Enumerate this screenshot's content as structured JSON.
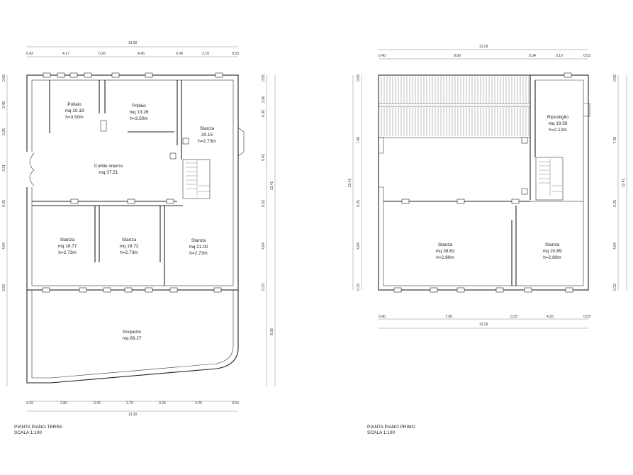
{
  "ground_floor": {
    "caption_line1": "PIANTA PIANO TERRA",
    "caption_line2": "SCALA 1:100",
    "rooms": [
      {
        "name": "Pollaio",
        "area": "mq 10.19",
        "height": "h=3.50m"
      },
      {
        "name": "Pollaio",
        "area": "mq 13.26",
        "height": "h=3.50m"
      },
      {
        "name": "Stanza",
        "area": "20.15",
        "height": "h=2.73m"
      },
      {
        "name": "Cortile interno",
        "area": "mq 37.51",
        "height": ""
      },
      {
        "name": "Stanza",
        "area": "mq 18.77",
        "height": "h=2.73m"
      },
      {
        "name": "Stanza",
        "area": "mq 18.72",
        "height": "h=2.73m"
      },
      {
        "name": "Stanza",
        "area": "mq 21.00",
        "height": "h=2.73m"
      },
      {
        "name": "Scoperto",
        "area": "mq 89.27",
        "height": ""
      }
    ],
    "dims_top_total": "13.30",
    "dims_top": [
      "0.42",
      "4.17",
      "0.26",
      "4.45",
      "0.34",
      "3.10",
      "0.53"
    ],
    "dims_bottom": [
      "0.42",
      "3.80",
      "0.35",
      "3.79",
      "0.25",
      "4.25",
      "0.53"
    ],
    "dims_bottom_total": "13.30",
    "dims_left": [
      "0.55",
      "3.48",
      "0.25",
      "4.21",
      "0.25",
      "4.84",
      "0.53"
    ],
    "dims_right": [
      "0.55",
      "2.06",
      "0.30",
      "5.42",
      "0.33",
      "4.84",
      "0.33",
      "8.36"
    ],
    "dims_right_total": "13.41"
  },
  "first_floor": {
    "caption_line1": "PIANTA PIANO PRIMO",
    "caption_line2": "SCALA 1:100",
    "rooms": [
      {
        "name": "Ripostiglio",
        "area": "mq 19.59",
        "height": "h=2.12m"
      },
      {
        "name": "Stanza",
        "area": "mq 38.82",
        "height": "h=2.80m"
      },
      {
        "name": "Stanza",
        "area": "mq 20.89",
        "height": "h=2.80m"
      }
    ],
    "dims_top_total": "13.29",
    "dims_top": [
      "0.40",
      "8.90",
      "0.34",
      "3.10",
      "0.53"
    ],
    "dims_bottom": [
      "0.40",
      "7.96",
      "0.25",
      "4.25",
      "0.53"
    ],
    "dims_bottom_total": "13.29",
    "dims_left_total": "13.41",
    "dims_left": [
      "0.55",
      "7.48",
      "0.25",
      "4.84",
      "0.33"
    ],
    "dims_right": [
      "0.55",
      "7.48",
      "0.25",
      "4.84",
      "0.33"
    ],
    "dims_right_total": "13.41"
  },
  "window_marks": [
    "100",
    "100",
    "100",
    "100",
    "100",
    "100"
  ]
}
